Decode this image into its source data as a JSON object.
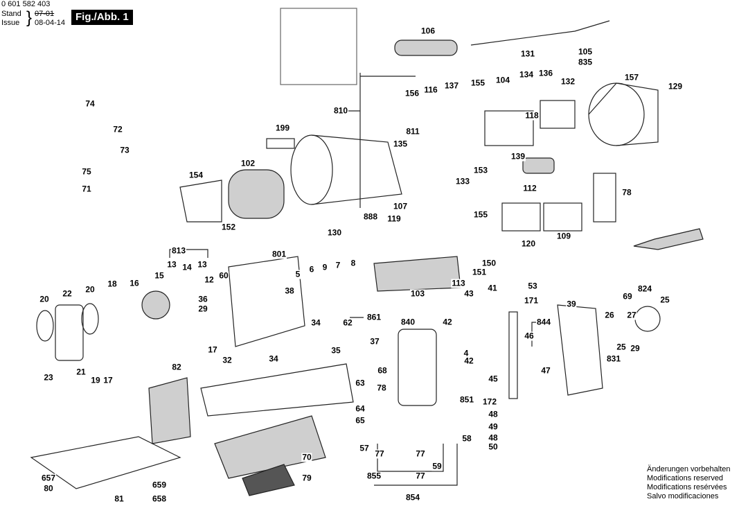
{
  "header": {
    "document_number": "0 601 582 403",
    "stand_label": "Stand",
    "stand_old": "07-01",
    "issue_label": "Issue",
    "issue_date": "08-04-14",
    "figure_label": "Fig./Abb. 1"
  },
  "callouts": [
    "106",
    "131",
    "105",
    "835",
    "157",
    "129",
    "74",
    "72",
    "73",
    "75",
    "71",
    "156",
    "116",
    "137",
    "155",
    "104",
    "134",
    "136",
    "132",
    "810",
    "118",
    "811",
    "199",
    "102",
    "135",
    "139",
    "153",
    "154",
    "133",
    "112",
    "78",
    "107",
    "888",
    "119",
    "155",
    "130",
    "152",
    "120",
    "109",
    "813",
    "13",
    "14",
    "13",
    "801",
    "5",
    "6",
    "9",
    "7",
    "8",
    "103",
    "113",
    "151",
    "150",
    "15",
    "16",
    "18",
    "20",
    "22",
    "20",
    "12",
    "60",
    "41",
    "53",
    "43",
    "171",
    "39",
    "69",
    "824",
    "25",
    "38",
    "36",
    "29",
    "861",
    "34",
    "62",
    "26",
    "27",
    "42",
    "840",
    "844",
    "37",
    "46",
    "17",
    "32",
    "35",
    "21",
    "19",
    "17",
    "23",
    "4",
    "42",
    "25",
    "29",
    "831",
    "34",
    "68",
    "45",
    "47",
    "82",
    "63",
    "78",
    "851",
    "172",
    "48",
    "64",
    "65",
    "49",
    "48",
    "50",
    "58",
    "57",
    "77",
    "77",
    "59",
    "70",
    "855",
    "77",
    "657",
    "80",
    "79",
    "659",
    "854",
    "81",
    "658"
  ],
  "notes": [
    "Änderungen vorbehalten",
    "Modifications reserved",
    "Modifications resérvées",
    "Salvo modificaciones"
  ]
}
